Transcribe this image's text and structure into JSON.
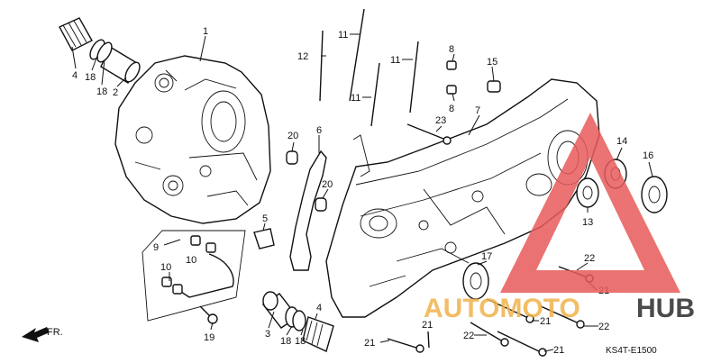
{
  "diagram": {
    "code": "KS4T-E1500",
    "direction_label": "FR.",
    "callouts": [
      "1",
      "2",
      "3",
      "4",
      "4",
      "5",
      "6",
      "7",
      "8",
      "8",
      "9",
      "10",
      "10",
      "11",
      "11",
      "11",
      "12",
      "13",
      "14",
      "15",
      "16",
      "17",
      "18",
      "18",
      "18",
      "18",
      "19",
      "20",
      "20",
      "21",
      "21",
      "21",
      "21",
      "21",
      "22",
      "22",
      "22",
      "23"
    ]
  },
  "watermark": {
    "text_left": "AUTOMOTO",
    "text_right": "HUB",
    "color_triangle": "#e85a5a",
    "color_left": "#f0b24a",
    "color_right": "#2b2b2b"
  }
}
